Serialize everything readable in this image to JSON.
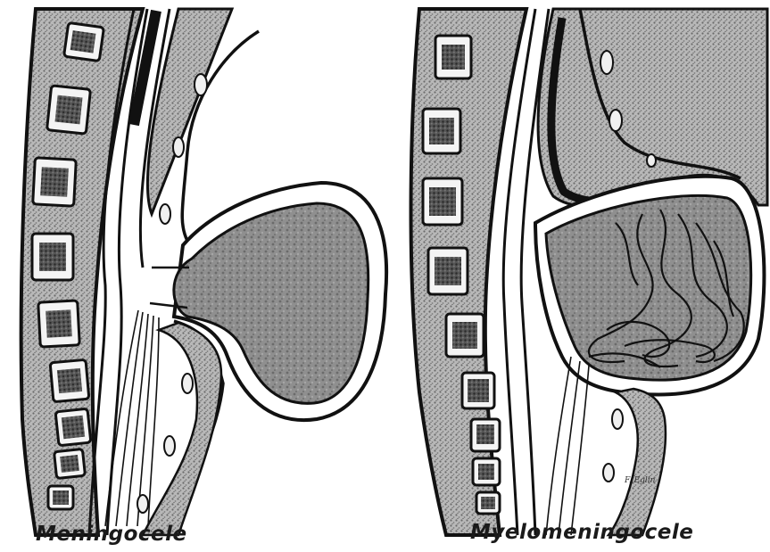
{
  "panels": [
    {
      "label": "Meningocele"
    },
    {
      "label": "Myelomeningocele"
    }
  ],
  "signature": "F. Eglin",
  "colors": {
    "ink": "#111111",
    "stipple": "#9a9a9a",
    "sac_fill": "#8c8c8c",
    "paper": "#ffffff"
  }
}
